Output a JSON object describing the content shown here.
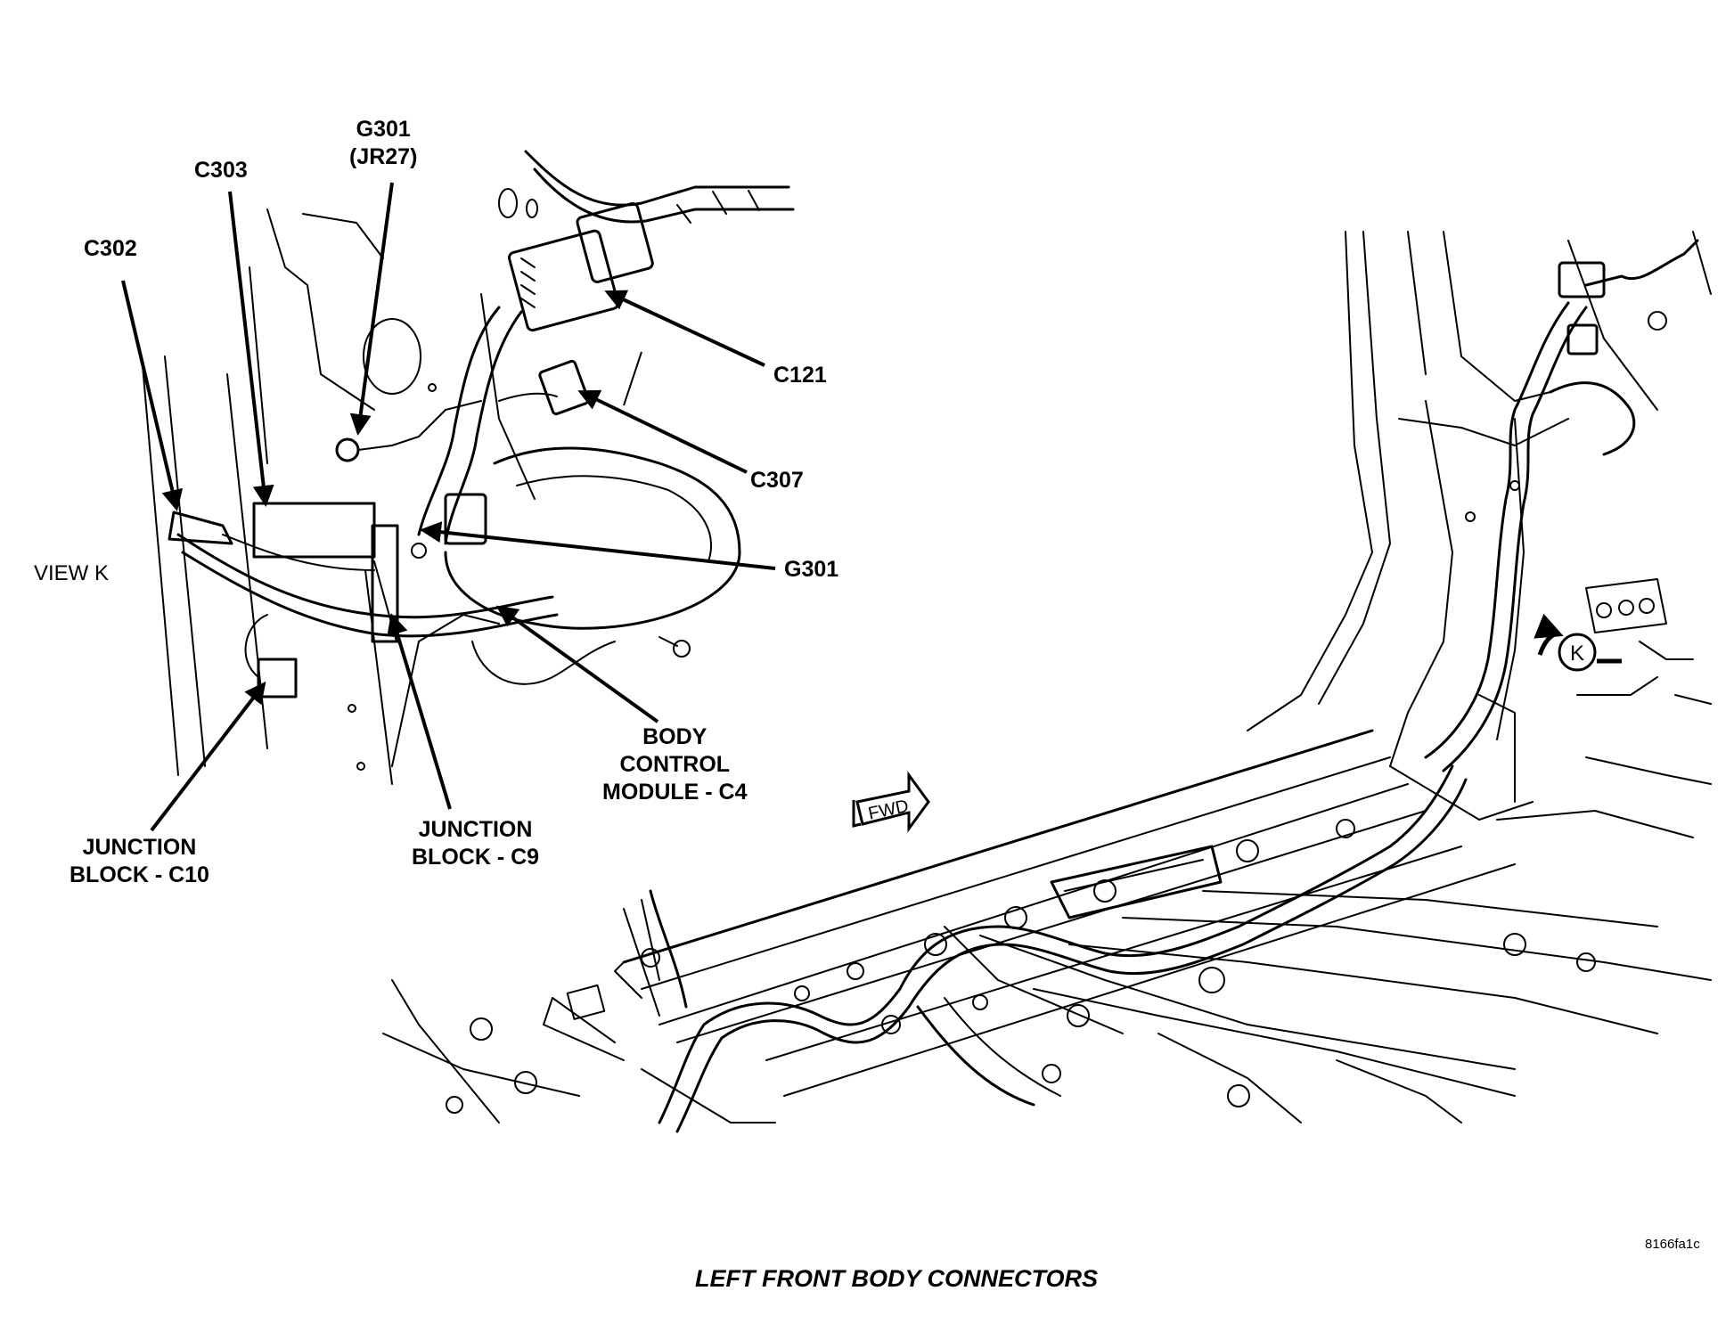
{
  "title": "LEFT FRONT BODY CONNECTORS",
  "figure_code": "8166fa1c",
  "view_label": "VIEW K",
  "labels": {
    "g301_jr27": [
      "G301",
      "(JR27)"
    ],
    "c303": [
      "C303"
    ],
    "c302": [
      "C302"
    ],
    "c121": [
      "C121"
    ],
    "c307": [
      "C307"
    ],
    "g301": [
      "G301"
    ],
    "bcm_c4": [
      "BODY",
      "CONTROL",
      "MODULE - C4"
    ],
    "jb_c9": [
      "JUNCTION",
      "BLOCK - C9"
    ],
    "jb_c10": [
      "JUNCTION",
      "BLOCK - C10"
    ]
  },
  "fwd_marker": "FWD",
  "view_marker": "K",
  "colors": {
    "ink": "#000000",
    "paper": "#ffffff"
  }
}
